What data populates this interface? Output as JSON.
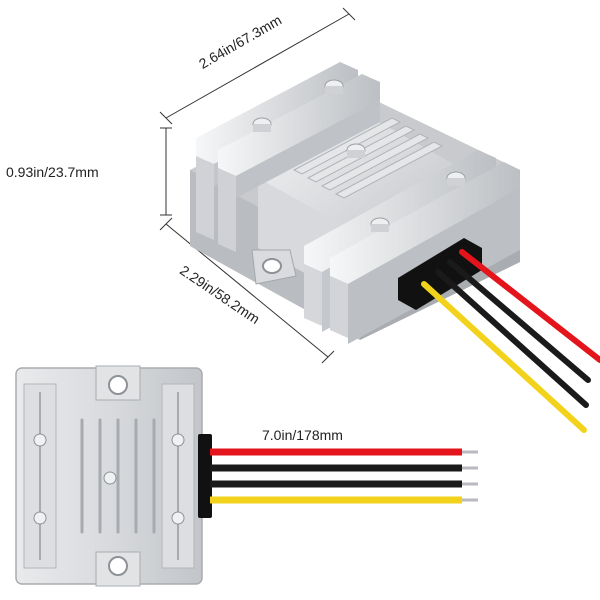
{
  "dimensions": {
    "width_label": "2.64in/67.3mm",
    "height_label": "0.93in/23.7mm",
    "depth_label": "2.29in/58.2mm",
    "wire_length_label": "7.0in/178mm"
  },
  "colors": {
    "housing_light": "#e6e7e9",
    "housing_mid": "#c9cbce",
    "housing_dark": "#9ea1a6",
    "wire_red": "#e3141b",
    "wire_black": "#1a1a1a",
    "wire_yellow": "#f2d21a",
    "dimension_line": "#333333"
  }
}
